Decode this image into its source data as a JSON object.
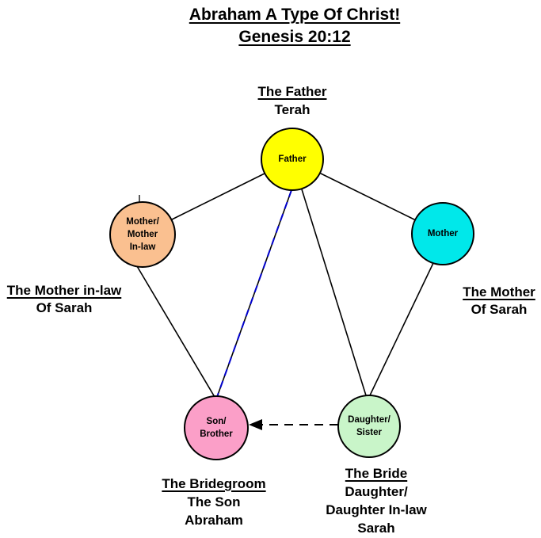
{
  "title": {
    "line1": "Abraham A Type Of Christ!",
    "line2": "Genesis 20:12"
  },
  "colors": {
    "father_fill": "#FFFF00",
    "mother_in_law_fill": "#FAC090",
    "mother_fill": "#00E8EA",
    "son_fill": "#FB9FC8",
    "daughter_fill": "#C9F5C9",
    "connector": "#000000",
    "father_son_overlay": "#0000CC"
  },
  "nodes": {
    "father": {
      "circle_label": "Father",
      "heading": "The Father",
      "subheading": "Terah"
    },
    "mother_in_law": {
      "circle_label": "Mother/\nMother\nIn-law",
      "heading": "The Mother in-law",
      "subheading": "Of Sarah"
    },
    "mother": {
      "circle_label": "Mother",
      "heading": "The Mother",
      "subheading": "Of Sarah"
    },
    "son": {
      "circle_label": "Son/\nBrother",
      "heading": "The Bridegroom",
      "subheading": "The Son\nAbraham"
    },
    "daughter": {
      "circle_label": "Daughter/\nSister",
      "heading": "The Bride",
      "subheading": "Daughter/\nDaughter In-law\nSarah"
    }
  }
}
